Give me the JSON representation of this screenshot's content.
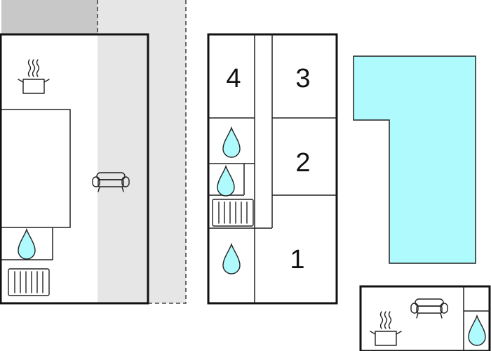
{
  "rooms": {
    "r1": "1",
    "r2": "2",
    "r3": "3",
    "r4": "4"
  },
  "colors": {
    "pool": "#aefafc",
    "water_drop": "#aefafc",
    "terrace_dark": "#c8c8c8",
    "terrace_light": "#e6e6e6"
  },
  "icons": [
    "cooking-pot-icon",
    "sofa-icon",
    "water-drop-icon",
    "radiator-icon"
  ]
}
